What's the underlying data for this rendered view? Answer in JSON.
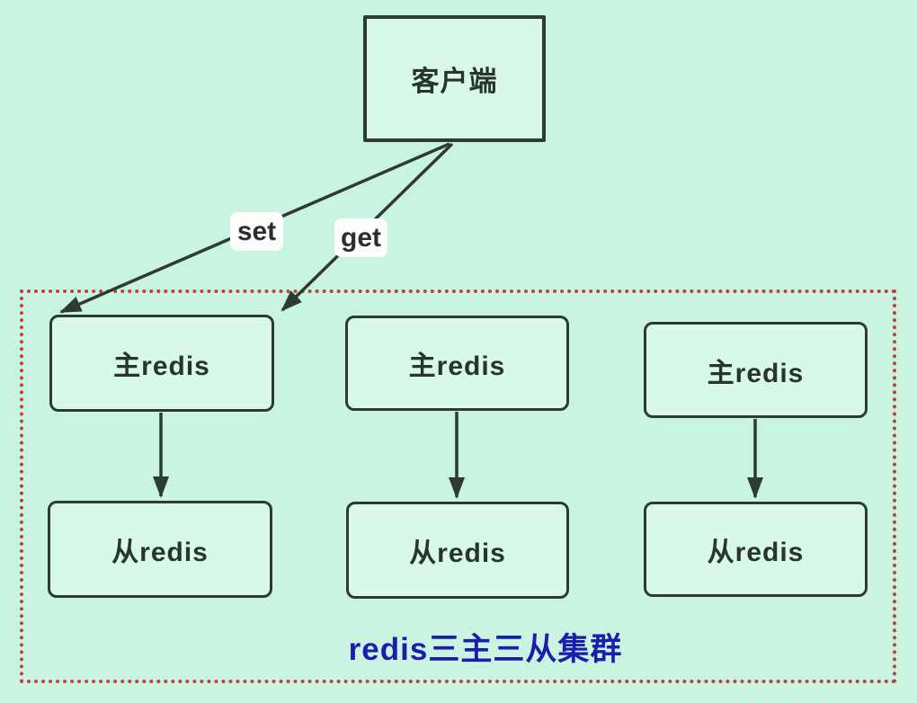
{
  "diagram": {
    "client": {
      "label": "客户端"
    },
    "edge_labels": {
      "set": "set",
      "get": "get"
    },
    "cluster": {
      "caption": "redis三主三从集群",
      "columns": [
        {
          "master": "主redis",
          "slave": "从redis"
        },
        {
          "master": "主redis",
          "slave": "从redis"
        },
        {
          "master": "主redis",
          "slave": "从redis"
        }
      ]
    },
    "colors": {
      "background": "#c9f4e0",
      "node_fill": "#d8f8e8",
      "node_border": "#2d3b33",
      "edge_line": "#2d3b33",
      "cluster_border": "#b8453f",
      "caption_text": "#1c1cad",
      "edge_label_bg": "#fdfdfd"
    }
  }
}
